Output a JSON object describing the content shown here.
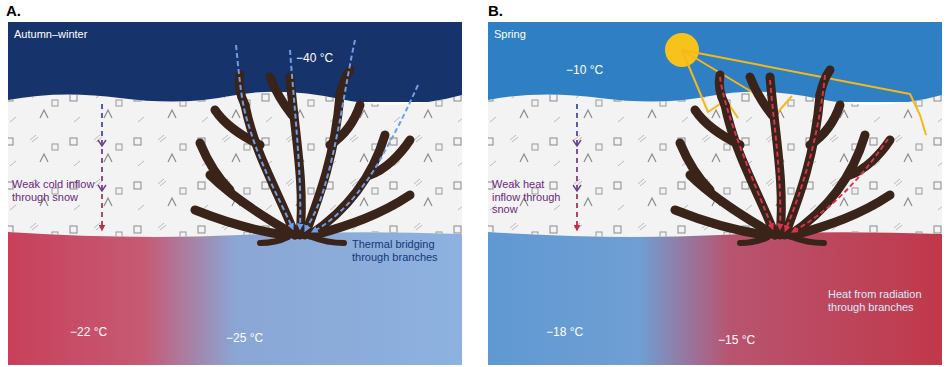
{
  "diagram": {
    "labels": [
      "A.",
      "Autumn–winter",
      "−40 °C",
      "Weak cold inflow through snow",
      "Thermal bridging through branches",
      "−22 °C",
      "−25 °C",
      "B.",
      "Spring",
      "−10 °C",
      "Weak heat inflow through snow",
      "Heat from radiation through branches",
      "−18 °C",
      "−15 °C"
    ]
  }
}
